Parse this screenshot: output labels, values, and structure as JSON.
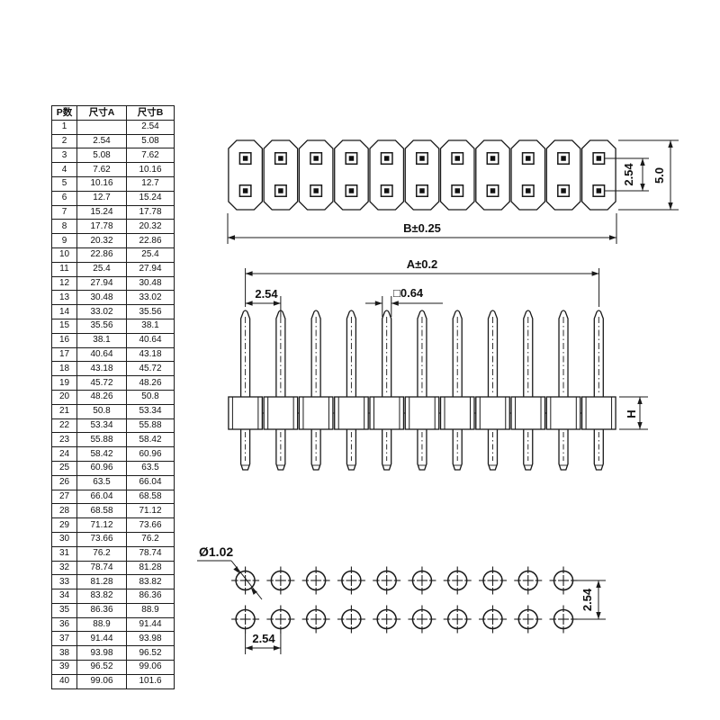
{
  "table": {
    "headers": [
      "P数",
      "尺寸A",
      "尺寸B"
    ],
    "rows": [
      [
        "1",
        "",
        "2.54"
      ],
      [
        "2",
        "2.54",
        "5.08"
      ],
      [
        "3",
        "5.08",
        "7.62"
      ],
      [
        "4",
        "7.62",
        "10.16"
      ],
      [
        "5",
        "10.16",
        "12.7"
      ],
      [
        "6",
        "12.7",
        "15.24"
      ],
      [
        "7",
        "15.24",
        "17.78"
      ],
      [
        "8",
        "17.78",
        "20.32"
      ],
      [
        "9",
        "20.32",
        "22.86"
      ],
      [
        "10",
        "22.86",
        "25.4"
      ],
      [
        "11",
        "25.4",
        "27.94"
      ],
      [
        "12",
        "27.94",
        "30.48"
      ],
      [
        "13",
        "30.48",
        "33.02"
      ],
      [
        "14",
        "33.02",
        "35.56"
      ],
      [
        "15",
        "35.56",
        "38.1"
      ],
      [
        "16",
        "38.1",
        "40.64"
      ],
      [
        "17",
        "40.64",
        "43.18"
      ],
      [
        "18",
        "43.18",
        "45.72"
      ],
      [
        "19",
        "45.72",
        "48.26"
      ],
      [
        "20",
        "48.26",
        "50.8"
      ],
      [
        "21",
        "50.8",
        "53.34"
      ],
      [
        "22",
        "53.34",
        "55.88"
      ],
      [
        "23",
        "55.88",
        "58.42"
      ],
      [
        "24",
        "58.42",
        "60.96"
      ],
      [
        "25",
        "60.96",
        "63.5"
      ],
      [
        "26",
        "63.5",
        "66.04"
      ],
      [
        "27",
        "66.04",
        "68.58"
      ],
      [
        "28",
        "68.58",
        "71.12"
      ],
      [
        "29",
        "71.12",
        "73.66"
      ],
      [
        "30",
        "73.66",
        "76.2"
      ],
      [
        "31",
        "76.2",
        "78.74"
      ],
      [
        "32",
        "78.74",
        "81.28"
      ],
      [
        "33",
        "81.28",
        "83.82"
      ],
      [
        "34",
        "83.82",
        "86.36"
      ],
      [
        "35",
        "86.36",
        "88.9"
      ],
      [
        "36",
        "88.9",
        "91.44"
      ],
      [
        "37",
        "91.44",
        "93.98"
      ],
      [
        "38",
        "93.98",
        "96.52"
      ],
      [
        "39",
        "96.52",
        "99.06"
      ],
      [
        "40",
        "99.06",
        "101.6"
      ]
    ]
  },
  "top_view": {
    "segment_count": 11,
    "dim_pitch": "2.54",
    "dim_height": "5.0",
    "dim_length": "B±0.25"
  },
  "front_view": {
    "pin_count": 11,
    "dim_length": "A±0.2",
    "dim_pitch": "2.54",
    "dim_pin": "□0.64",
    "dim_height": "H"
  },
  "pcb_view": {
    "cols": 10,
    "rows": 2,
    "dim_hole": "Ø1.02",
    "dim_pitch_x": "2.54",
    "dim_pitch_y": "2.54"
  }
}
